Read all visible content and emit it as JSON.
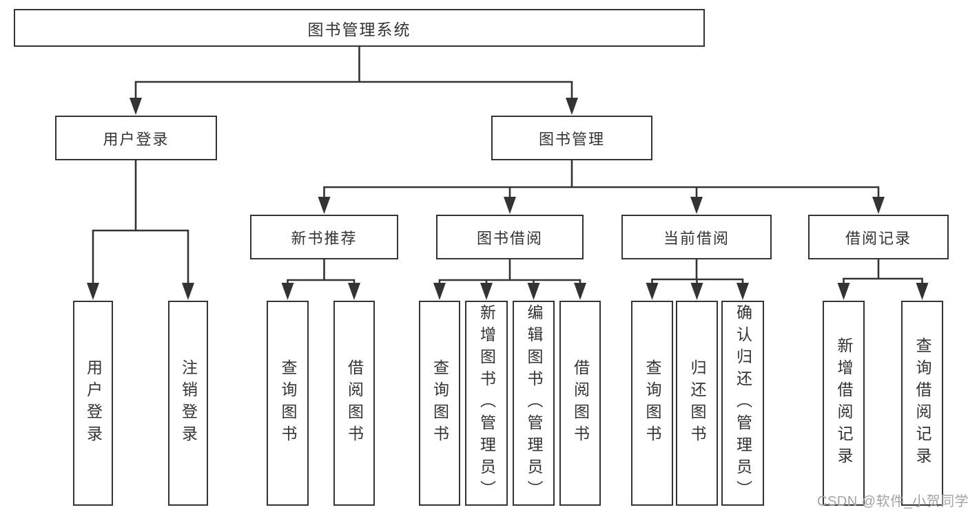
{
  "background": "#ffffff",
  "colors": {
    "line": "#333333",
    "box_border": "#333333",
    "text": "#333333",
    "watermark": "#a3a3a3"
  },
  "watermark": {
    "text": "CSDN @软件_小贺同学"
  },
  "tree": {
    "label": "图书管理系统",
    "children": [
      {
        "label": "用户登录",
        "children": [
          {
            "label": "用户登录"
          },
          {
            "label": "注销登录"
          }
        ]
      },
      {
        "label": "图书管理",
        "children": [
          {
            "label": "新书推荐",
            "children": [
              {
                "label": "查询图书"
              },
              {
                "label": "借阅图书"
              }
            ]
          },
          {
            "label": "图书借阅",
            "children": [
              {
                "label": "查询图书"
              },
              {
                "label": "新增图书（管理员）"
              },
              {
                "label": "编辑图书（管理员）"
              },
              {
                "label": "借阅图书"
              }
            ]
          },
          {
            "label": "当前借阅",
            "children": [
              {
                "label": "查询图书"
              },
              {
                "label": "归还图书"
              },
              {
                "label": "确认归还（管理员）"
              }
            ]
          },
          {
            "label": "借阅记录",
            "children": [
              {
                "label": "新增借阅记录"
              },
              {
                "label": "查询借阅记录"
              }
            ]
          }
        ]
      }
    ]
  }
}
